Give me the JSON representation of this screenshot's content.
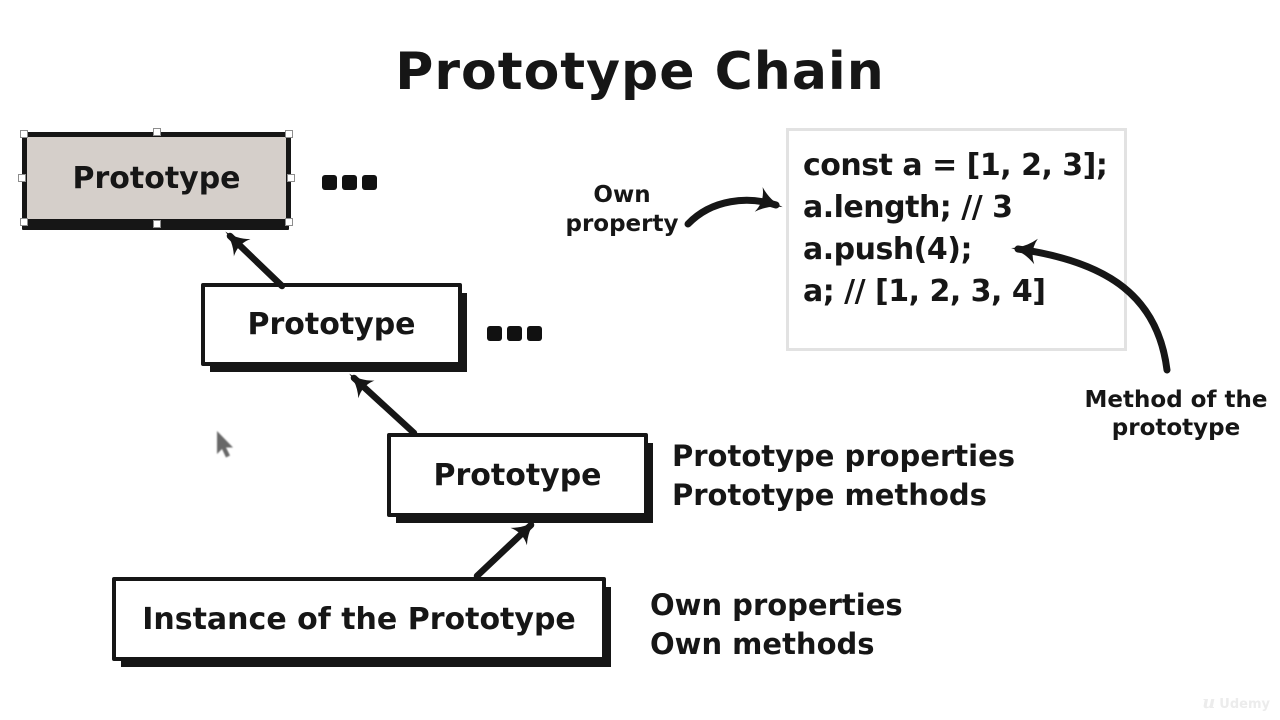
{
  "title": "Prototype Chain",
  "diagram": {
    "boxes": [
      {
        "label": "Prototype",
        "selected": true,
        "fill": "#d5cfca"
      },
      {
        "label": "Prototype",
        "selected": false,
        "fill": "#ffffff"
      },
      {
        "label": "Prototype",
        "selected": false,
        "fill": "#ffffff"
      },
      {
        "label": "Instance of the Prototype",
        "selected": false,
        "fill": "#ffffff"
      }
    ],
    "icons": {
      "ellipsis": "three filled squares ▪▪▪ (chain continues)"
    }
  },
  "annotations": {
    "own_property": {
      "line1": "Own",
      "line2": "property"
    },
    "method_of_prototype": {
      "line1": "Method of the",
      "line2": "prototype"
    },
    "prototype_members": {
      "line1": "Prototype properties",
      "line2": "Prototype methods"
    },
    "own_members": {
      "line1": "Own properties",
      "line2": "Own methods"
    }
  },
  "code": {
    "lines": [
      "const a = [1, 2, 3];",
      "a.length; // 3",
      "a.push(4);",
      "a; // [1, 2, 3, 4]"
    ]
  },
  "watermark": {
    "brand": "Udemy"
  },
  "colors": {
    "ink": "#161616",
    "selected_box_fill": "#d5cfca",
    "code_box_border": "#e2e2e2",
    "watermark_gray": "#ececec"
  }
}
